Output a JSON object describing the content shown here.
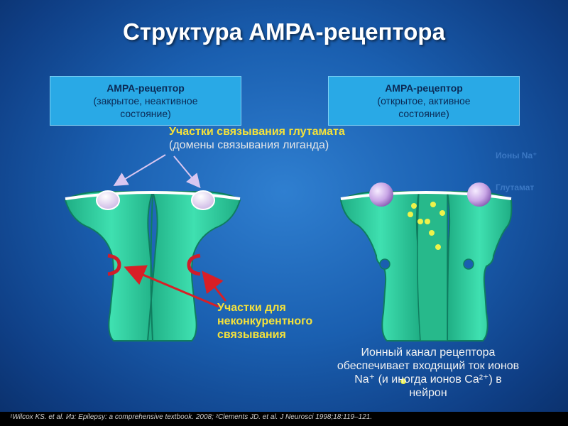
{
  "title": "Структура АМРА-рецептора",
  "closed_box": {
    "head": "АМРА-рецептор",
    "line1": "(закрытое, неактивное",
    "line2": "состояние)"
  },
  "open_box": {
    "head": "АМРА-рецептор",
    "line1": "(открытое, активное",
    "line2": "состояние)"
  },
  "glutamate_sites": {
    "line1": "Участки связывания глутамата",
    "line2": "(домены связывания лиганда)"
  },
  "noncompetitive": {
    "line1": "Участки для",
    "line2": "неконкурентного",
    "line3": "связывания"
  },
  "legend": {
    "ions": "Ионы Na⁺",
    "glutamate": "Глутамат"
  },
  "channel": {
    "line1": "Ионный канал рецептора",
    "line2": "обеспечивает входящий ток ионов",
    "line3": "Na⁺ (и иногда ионов Ca²⁺) в",
    "line4": "нейрон"
  },
  "footer": "¹Wilcox KS. et al. Из: Epilepsy: a comprehensive textbook. 2008; ²Clements JD. et al. J Neurosci 1998;18:119–121.",
  "colors": {
    "receptor": "#2ec99a",
    "receptor_dark": "#0f7d5f",
    "binding_red": "#d01c2a",
    "ion_sphere": "#c9a6e6",
    "glutamate_dot": "#eef24a",
    "arrow_light": "#d9c6f0",
    "arrow_red": "#d81f26"
  }
}
